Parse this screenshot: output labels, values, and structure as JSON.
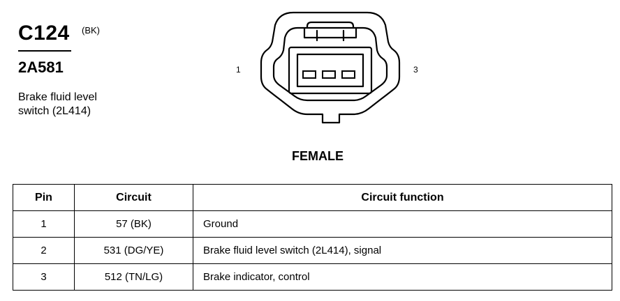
{
  "connector": {
    "id": "C124",
    "color": "(BK)",
    "part_number": "2A581",
    "description_line1": "Brake fluid level",
    "description_line2": "switch (2L414)",
    "pin_label_left": "1",
    "pin_label_right": "3",
    "gender": "FEMALE"
  },
  "table": {
    "headers": {
      "pin": "Pin",
      "circuit": "Circuit",
      "function": "Circuit function"
    },
    "rows": [
      {
        "pin": "1",
        "circuit": "57 (BK)",
        "function": "Ground"
      },
      {
        "pin": "2",
        "circuit": "531 (DG/YE)",
        "function": "Brake fluid level switch (2L414), signal"
      },
      {
        "pin": "3",
        "circuit": "512 (TN/LG)",
        "function": "Brake indicator, control"
      }
    ]
  }
}
